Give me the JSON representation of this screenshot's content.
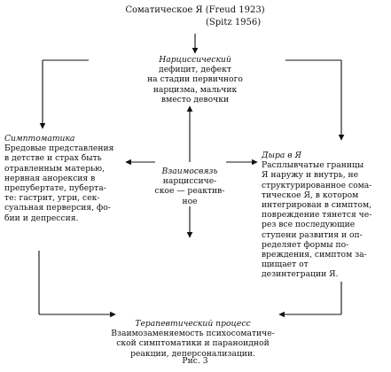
{
  "top": {
    "line1": "Соматическое Я  (Freud 1923)",
    "line2": "(Spitz 1956)"
  },
  "narcissism": {
    "title": "Нарциссический",
    "text": "дефицит, дефект\nна стадии первичного\nнарцизма, мальчик\nвместо девочки"
  },
  "symptoms": {
    "title": "Симптоматика",
    "text": "Бредовые представления\nв детстве и страх быть\nотравленным матерью,\nнервная анорексия в\nпрепубертате, пуберта-\nте: гастрит, угри, сек-\nсуальная перверсия, фо-\nбии и депрессия."
  },
  "interaction": {
    "title": "Взаимосвязь",
    "text": "нарциссиче-\nское — реактив-\nное"
  },
  "hole": {
    "title": "Дыра в Я",
    "text": "Расплывчатые границы\nЯ наружу и внутрь, не\nструктурированное сома-\nтическое Я, в котором\nинтегрирован в симптом,\nповреждение тянется че-\nрез все последующие\nступени развития и оп-\nределяет формы по-\nвреждения, симптом за-\nщищает от\nдезинтеграции Я."
  },
  "therapy": {
    "title": "Терапевтический процесс",
    "text": "Взаимозаменяемость психосоматиче-\nской симптоматики и параноидной\nреакции, деперсонализации."
  },
  "caption": "Рис. 3"
}
